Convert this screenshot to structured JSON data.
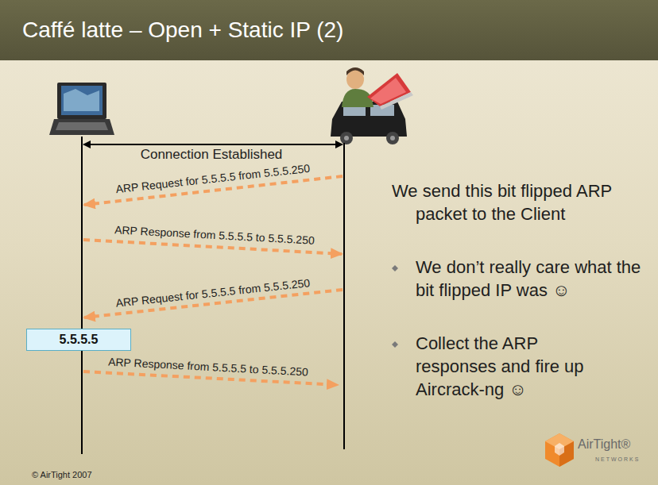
{
  "diagram": {
    "title": "Caffé latte – Open + Static IP (2)",
    "nodes": [
      {
        "text": [
          "5.5.5.5"
        ]
      }
    ],
    "labels": [
      "Connection Established",
      "ARP Request for 5.5.5.5 from 5.5.5.250",
      "ARP Response from 5.5.5.5 to 5.5.5.250",
      "ARP Request for 5.5.5.5 from 5.5.5.250",
      "ARP Response from 5.5.5.5 to 5.5.5.250",
      "We send this bit flipped ARP packet to the Client",
      "We don’t really care what the bit flipped IP was ☺",
      "Collect the ARP responses and fire up Aircrack-ng ☺",
      "© AirTight 2007",
      "AirTight®",
      "NETWORKS"
    ]
  }
}
